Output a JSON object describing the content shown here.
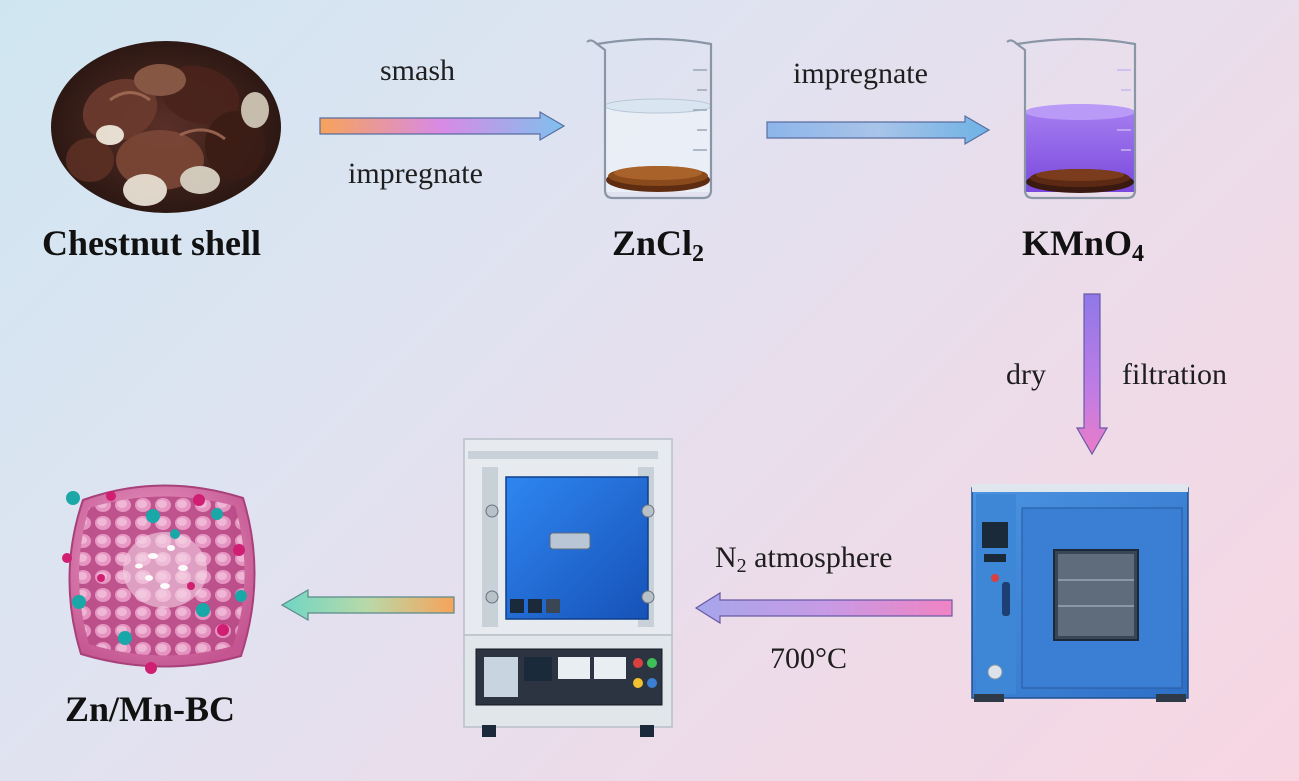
{
  "nodes": {
    "chestnut": {
      "label": "Chestnut shell"
    },
    "zncl2": {
      "label": "ZnCl",
      "sub": "2"
    },
    "kmno4": {
      "label": "KMnO",
      "sub": "4"
    },
    "product": {
      "label": "Zn/Mn-BC"
    }
  },
  "edges": {
    "step1": {
      "top": "smash",
      "bottom": "impregnate"
    },
    "step2": {
      "top": "impregnate"
    },
    "step3": {
      "left": "dry",
      "right": "filtration"
    },
    "step4": {
      "top_prefix": "N",
      "top_sub": "2",
      "top_suffix": " atmosphere",
      "bottom": "700°C"
    }
  },
  "colors": {
    "arrow_gradient": [
      "#f7a35a",
      "#d88ae6",
      "#7ec1ee"
    ],
    "solution_purple": "#9060e8",
    "oven_blue": "#3a7fd3",
    "furnace_blue": "#1f6ed8",
    "biochar_pink": "#d86fa8"
  }
}
